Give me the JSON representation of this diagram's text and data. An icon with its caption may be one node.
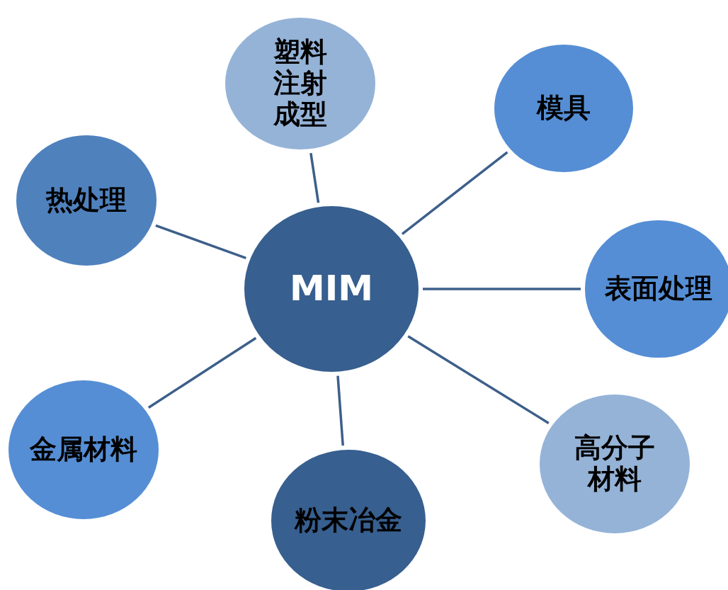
{
  "diagram": {
    "nodes": [
      {
        "text": [
          "MIM"
        ]
      },
      {
        "text": [
          "塑料注射成型"
        ]
      },
      {
        "text": [
          "模具"
        ]
      },
      {
        "text": [
          "热处理"
        ]
      },
      {
        "text": [
          "表面处理"
        ]
      },
      {
        "text": [
          "金属材料"
        ]
      },
      {
        "text": [
          "粉末冶金"
        ]
      },
      {
        "text": [
          "高分子材料"
        ]
      }
    ],
    "edges": [
      {
        "from": 0,
        "to": 1,
        "arrow": "none"
      },
      {
        "from": 0,
        "to": 2,
        "arrow": "none"
      },
      {
        "from": 0,
        "to": 3,
        "arrow": "none"
      },
      {
        "from": 0,
        "to": 4,
        "arrow": "none"
      },
      {
        "from": 0,
        "to": 5,
        "arrow": "none"
      },
      {
        "from": 0,
        "to": 6,
        "arrow": "none"
      },
      {
        "from": 0,
        "to": 7,
        "arrow": "none"
      }
    ]
  }
}
